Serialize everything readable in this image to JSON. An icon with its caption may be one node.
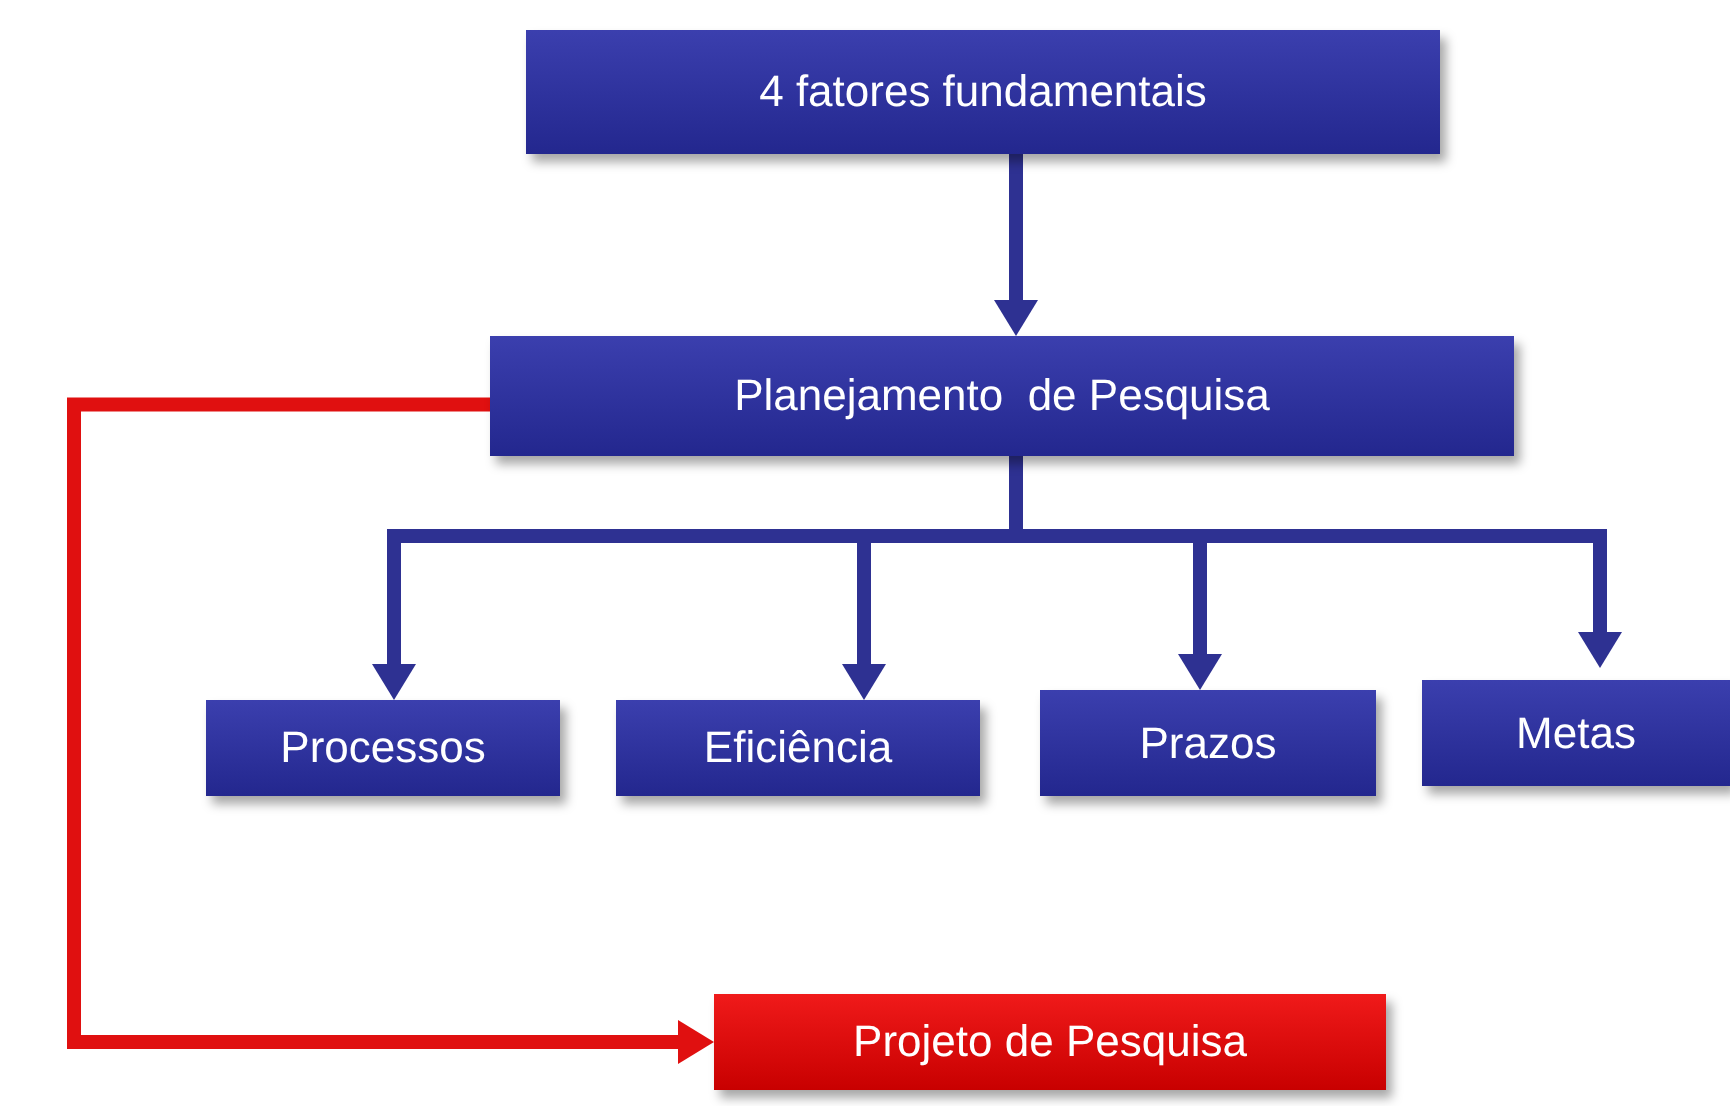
{
  "diagram": {
    "nodes": [
      {
        "text": [
          "4 fatores fundamentais"
        ]
      },
      {
        "text": [
          "Planejamento  de Pesquisa"
        ]
      },
      {
        "text": [
          "Processos"
        ]
      },
      {
        "text": [
          "Eficiência"
        ]
      },
      {
        "text": [
          "Prazos"
        ]
      },
      {
        "text": [
          "Metas"
        ]
      },
      {
        "text": [
          "Projeto de Pesquisa"
        ]
      }
    ],
    "edges": [
      {
        "from": 0,
        "to": 1,
        "arrow": "to"
      },
      {
        "from": 1,
        "to": 2,
        "arrow": "to"
      },
      {
        "from": 1,
        "to": 3,
        "arrow": "to"
      },
      {
        "from": 1,
        "to": 4,
        "arrow": "to"
      },
      {
        "from": 1,
        "to": 5,
        "arrow": "to"
      },
      {
        "from": 1,
        "to": 6,
        "arrow": "to",
        "color": "#e01010"
      }
    ]
  }
}
